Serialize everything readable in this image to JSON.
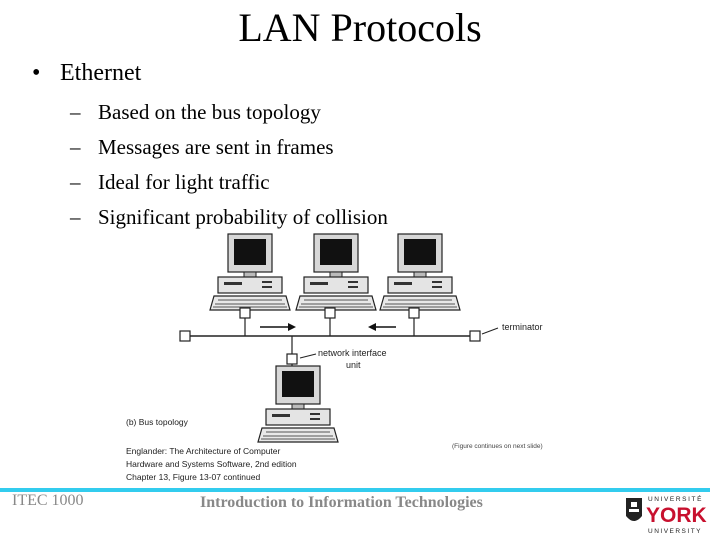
{
  "slide": {
    "title": "LAN Protocols",
    "bullet": "Ethernet",
    "bullet_marker": "•",
    "sub_marker": "–",
    "sub_items": [
      "Based on the bus topology",
      "Messages are sent in frames",
      "Ideal for light traffic",
      "Significant probability of collision"
    ]
  },
  "figure": {
    "terminator_label": "terminator",
    "nic_label_line1": "network interface",
    "nic_label_line2": "unit",
    "caption": "(b) Bus topology",
    "continued_note": "(Figure continues on next slide)",
    "credit_line1": "Englander: The Architecture of Computer",
    "credit_line2": "Hardware and Systems Software, 2nd edition",
    "credit_line3": "Chapter 13, Figure 13-07 continued"
  },
  "footer": {
    "course": "ITEC 1000",
    "course_title": "Introduction to Information Technologies",
    "logo_top": "UNIVERSITÉ",
    "logo_name": "YORK",
    "logo_bottom": "UNIVERSITY",
    "accent_color": "#33ccee"
  }
}
